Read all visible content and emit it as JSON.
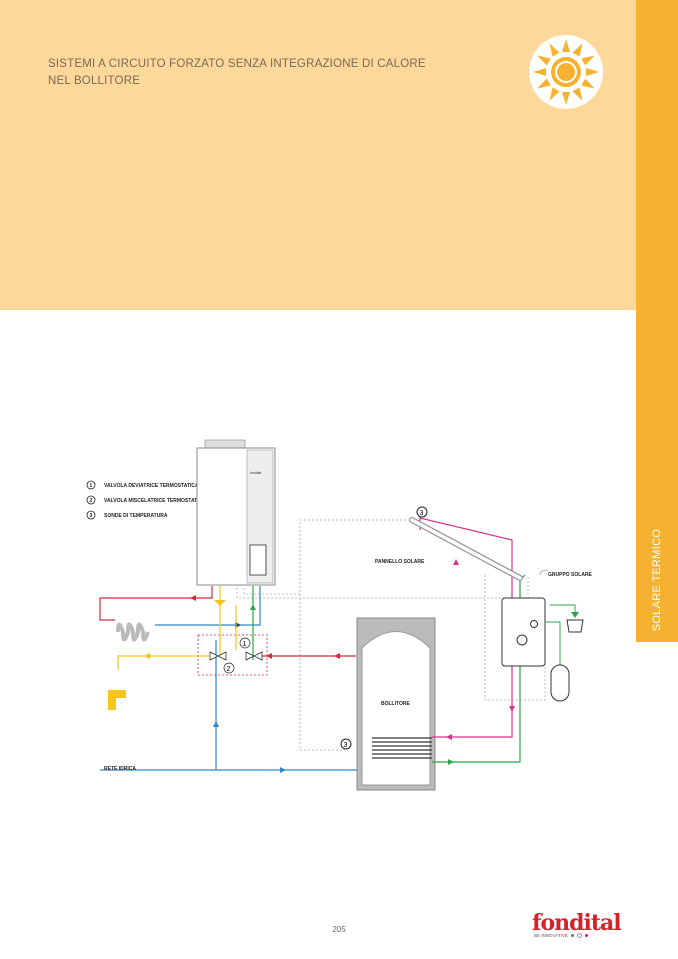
{
  "header": {
    "title_line1": "SISTEMI A CIRCUITO FORZATO SENZA INTEGRAZIONE DI CALORE",
    "title_line2": "NEL BOLLITORE",
    "icon": "sun-icon"
  },
  "side_tab": {
    "label": "SOLARE TERMICO"
  },
  "diagram": {
    "legend": [
      {
        "num": "1",
        "label": "VALVOLA DEVIATRICE TERMOSTATICA"
      },
      {
        "num": "2",
        "label": "VALVOLA MISCELATRICE TERMOSTATICA"
      },
      {
        "num": "3",
        "label": "SONDE DI TEMPERATURA"
      }
    ],
    "boiler_brand": "fondital",
    "labels": {
      "pannello": "PANNELLO SOLARE",
      "gruppo": "GRUPPO SOLARE",
      "bollitore": "BOLLITORE",
      "rete": "RETE IDRICA"
    },
    "markers": {
      "one": "1",
      "two": "2",
      "three": "3"
    }
  },
  "footer": {
    "page_number": "205",
    "logo": "fondital",
    "tagline": "BE INNOVATIVE"
  },
  "colors": {
    "hot": "#D62A3A",
    "cold": "#2F86C8",
    "dhw": "#F5C518",
    "solar": "#D6338F",
    "return": "#2FA34A",
    "accent": "#F4B230"
  }
}
